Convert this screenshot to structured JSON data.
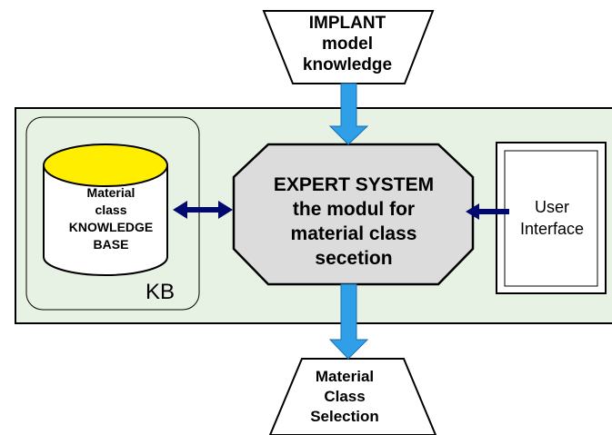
{
  "implant_input": {
    "lines": [
      "IMPLANT",
      "model",
      "knowledge"
    ]
  },
  "knowledge_base": {
    "db_lines": [
      "Material",
      "class",
      "KNOWLEDGE",
      "BASE"
    ],
    "tag": "KB"
  },
  "expert_system": {
    "lines": [
      "EXPERT SYSTEM",
      "the modul for",
      "material class",
      "secetion"
    ]
  },
  "user_interface": {
    "lines": [
      "User",
      "Interface"
    ]
  },
  "output": {
    "lines": [
      "Material",
      "Class",
      "Selection"
    ]
  },
  "colors": {
    "panel_fill": "#e8f2e4",
    "cylinder_top": "#ffee00",
    "expert_fill": "#dcdcdc",
    "blue_arrow": "#2f9fe8",
    "navy_arrow": "#000a6e"
  }
}
